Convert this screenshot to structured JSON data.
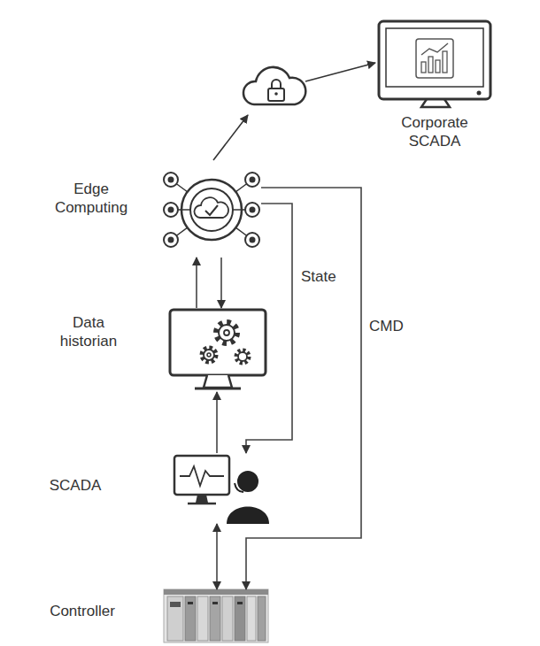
{
  "diagram": {
    "nodes": [
      {
        "text": [
          "Corporate SCADA"
        ]
      },
      {
        "text": [
          "Edge Computing"
        ]
      },
      {
        "text": [
          "Data historian"
        ]
      },
      {
        "text": [
          "SCADA"
        ]
      },
      {
        "text": [
          "Controller"
        ]
      }
    ],
    "edges": [
      {
        "from": 1,
        "to": 2,
        "arrow": "to"
      },
      {
        "from": 2,
        "to": 1,
        "arrow": "to"
      },
      {
        "from": 1,
        "to": 3,
        "label": "State",
        "arrow": "to"
      },
      {
        "from": 1,
        "to": 4,
        "label": "CMD",
        "arrow": "to"
      },
      {
        "from": 3,
        "to": 2,
        "arrow": "to"
      },
      {
        "from": 3,
        "to": 4,
        "arrow": "both"
      }
    ]
  }
}
